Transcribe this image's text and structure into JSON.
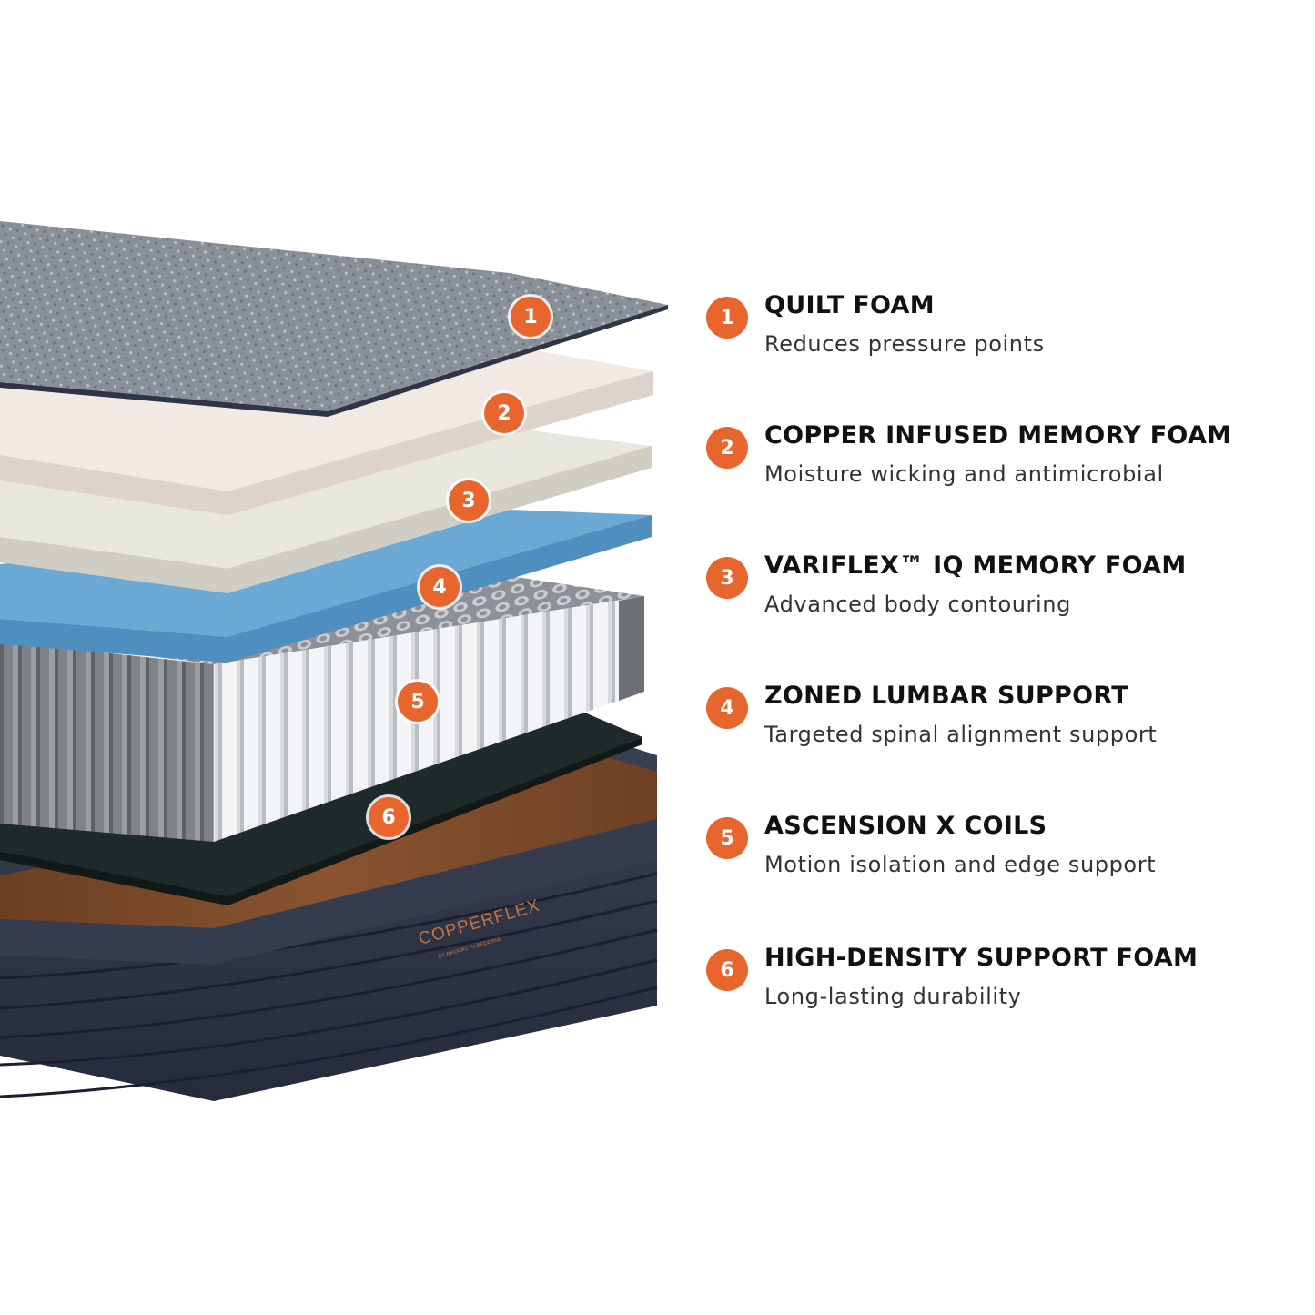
{
  "brand": {
    "logo_text": "COPPERFLEX",
    "logo_subtext": "BY BROOKLYN BEDDING"
  },
  "colors": {
    "accent": "#e8652e",
    "title": "#111111",
    "description": "#333333"
  },
  "layers": [
    {
      "number": "1",
      "title": "QUILT FOAM",
      "description": "Reduces pressure points"
    },
    {
      "number": "2",
      "title": "COPPER INFUSED MEMORY FOAM",
      "description": "Moisture wicking and antimicrobial"
    },
    {
      "number": "3",
      "title": "VARIFLEX™ IQ MEMORY FOAM",
      "description": "Advanced body contouring"
    },
    {
      "number": "4",
      "title": "ZONED LUMBAR SUPPORT",
      "description": "Targeted spinal alignment support"
    },
    {
      "number": "5",
      "title": "ASCENSION X COILS",
      "description": "Motion isolation and edge support"
    },
    {
      "number": "6",
      "title": "HIGH-DENSITY SUPPORT FOAM",
      "description": "Long-lasting durability"
    }
  ]
}
